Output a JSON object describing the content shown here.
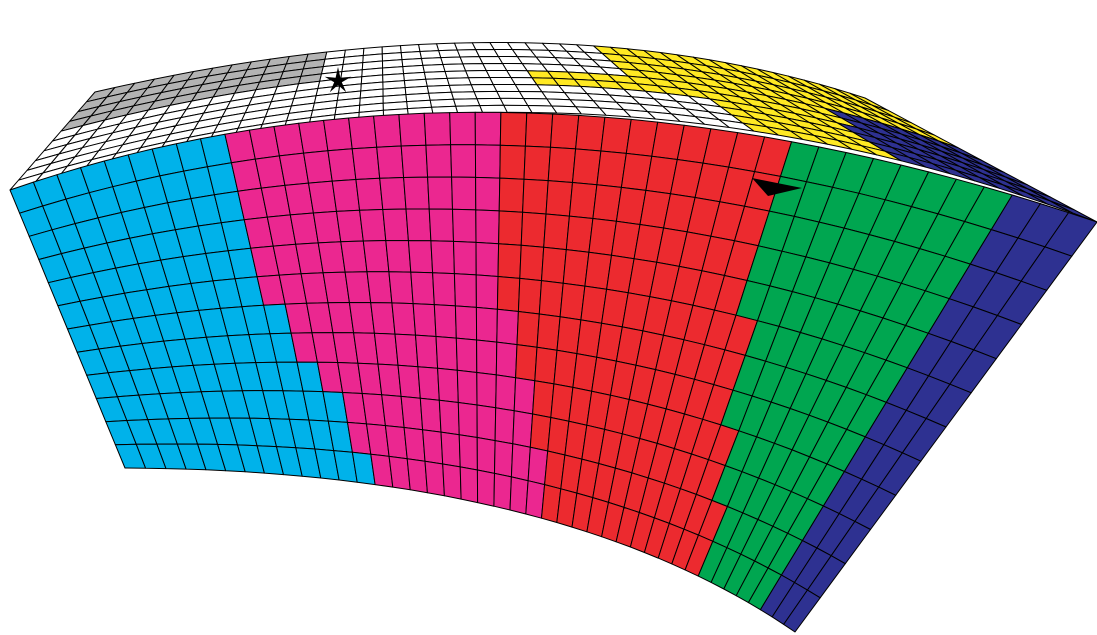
{
  "figure": {
    "description": "",
    "regions": [
      {
        "id": "top-gray",
        "color": "#b3b3b3"
      },
      {
        "id": "top-white",
        "color": "#ffffff"
      },
      {
        "id": "top-yellow",
        "color": "#ffe923"
      },
      {
        "id": "top-right-navy",
        "color": "#2e3191"
      },
      {
        "id": "left-cyan",
        "color": "#00b2ea"
      },
      {
        "id": "left-center-magenta",
        "color": "#eb2790"
      },
      {
        "id": "center-red",
        "color": "#ec2a2f"
      },
      {
        "id": "right-green",
        "color": "#00a650"
      },
      {
        "id": "far-right-navy",
        "color": "#2e3191"
      }
    ],
    "markers": [
      {
        "id": "star-marker",
        "shape": "star",
        "color": "#000000"
      },
      {
        "id": "triangle-marker",
        "shape": "triangle",
        "color": "#000000"
      }
    ],
    "mesh_line_color": "#000000"
  }
}
